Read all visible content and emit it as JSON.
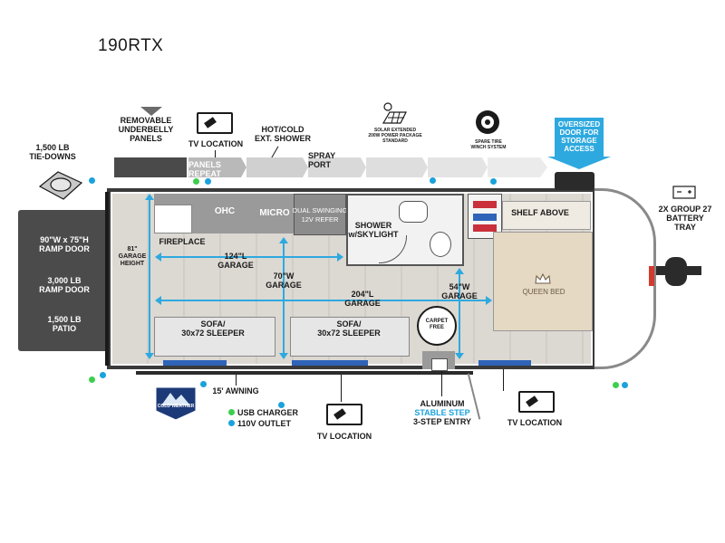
{
  "model": "190RTX",
  "colors": {
    "accent_blue": "#2ea9df",
    "usb_green": "#3ccf4e",
    "outlet_blue": "#1aa2dc",
    "floor": "#d9d6d1",
    "wall": "#3a3a3a",
    "bed": "#e8dcc7"
  },
  "labels": {
    "tie_downs": "1,500 LB\nTIE-DOWNS",
    "removable_panels": "REMOVABLE\nUNDERBELLY\nPANELS",
    "tv_top": "TV LOCATION",
    "hot_cold_shower": "HOT/COLD\nEXT. SHOWER",
    "solar": "SOLAR EXTENDED\n200W POWER PACKAGE\nSTANDARD",
    "spare_tire": "SPARE TIRE\nWINCH SYSTEM",
    "oversized_door": "OVERSIZED\nDOOR FOR\nSTORAGE\nACCESS",
    "panels_repeat": "PANELS\nREPEAT",
    "spray_port": "SPRAY\nPORT",
    "battery": "2X GROUP 27\nBATTERY\nTRAY",
    "ramp_door_size": "90\"W x 75\"H\nRAMP DOOR",
    "ramp_door_weight": "3,000 LB\nRAMP DOOR",
    "patio": "1,500 LB\nPATIO",
    "garage_height": "81\"\nGARAGE\nHEIGHT",
    "fireplace": "FIREPLACE",
    "ohc": "OHC",
    "micro": "MICRO",
    "refer": "DUAL SWINGING\n12V REFER",
    "shower": "SHOWER\nw/SKYLIGHT",
    "shelf": "SHELF ABOVE",
    "queen": "QUEEN BED",
    "dim_124": "124\"L\nGARAGE",
    "dim_70": "70\"W\nGARAGE",
    "dim_204": "204\"L\nGARAGE",
    "dim_54": "54\"W\nGARAGE",
    "sofa1": "SOFA/\n30x72 SLEEPER",
    "sofa2": "SOFA/\n30x72 SLEEPER",
    "carpet_free": "CARPET FREE",
    "awning": "15' AWNING",
    "cold_weather": "COLD WEATHER",
    "usb": "USB CHARGER",
    "outlet": "110V OUTLET",
    "tv_bottom_mid": "TV LOCATION",
    "aluminum_1": "ALUMINUM",
    "aluminum_2": "STABLE STEP",
    "aluminum_3": "3-STEP ENTRY",
    "tv_bottom_right": "TV LOCATION"
  }
}
